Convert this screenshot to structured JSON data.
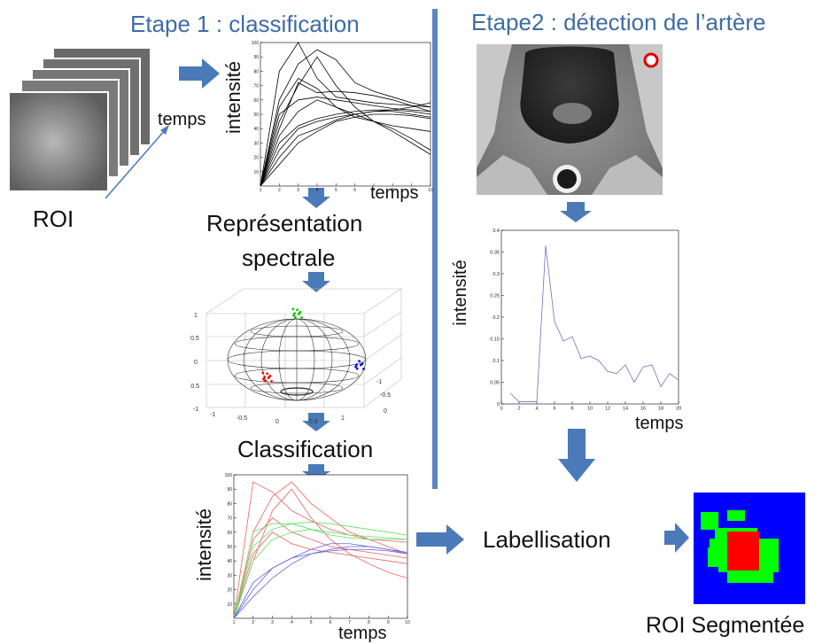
{
  "titles": {
    "step1": "Etape 1 : classification",
    "step2": "Etape2 : détection de l’artère"
  },
  "labels": {
    "roi": "ROI",
    "temps_roi": "temps",
    "intensite_1": "intensité",
    "temps_1": "temps",
    "spectral_line1": "Représentation",
    "spectral_line2": "spectrale",
    "classification": "Classification",
    "intensite_2": "intensité",
    "temps_2": "temps",
    "labellisation": "Labellisation",
    "roi_segmented": "ROI Segmentée",
    "intensite_3": "intensité",
    "temps_3": "temps"
  },
  "colors": {
    "title": "#3e6ca4",
    "arrow": "#4a7ab8",
    "divider": "#5b86c0",
    "seg_blue": "#0000ff",
    "seg_green": "#00ff00",
    "seg_red": "#ff0000"
  },
  "chart_data": [
    {
      "type": "line",
      "x": [
        1,
        2,
        3,
        4,
        5,
        6,
        7,
        8,
        9,
        10
      ],
      "xlim": [
        1,
        10
      ],
      "ylim": [
        0,
        100
      ],
      "yticks": [
        10,
        20,
        30,
        40,
        50,
        60,
        70,
        80,
        90,
        100
      ],
      "xticks": [
        1,
        2,
        3,
        4,
        5,
        6,
        7,
        8,
        9,
        10
      ],
      "series": [
        {
          "values": [
            0,
            80,
            100,
            75,
            62,
            60,
            58,
            57,
            56,
            55
          ]
        },
        {
          "values": [
            0,
            60,
            85,
            95,
            88,
            72,
            66,
            62,
            58,
            55
          ]
        },
        {
          "values": [
            0,
            40,
            72,
            65,
            66,
            65,
            63,
            60,
            56,
            52
          ]
        },
        {
          "values": [
            0,
            50,
            60,
            62,
            60,
            58,
            56,
            54,
            53,
            52
          ]
        },
        {
          "values": [
            0,
            30,
            42,
            47,
            50,
            52,
            53,
            53,
            52,
            50
          ]
        },
        {
          "values": [
            0,
            20,
            35,
            40,
            46,
            50,
            52,
            52,
            50,
            48
          ]
        },
        {
          "values": [
            0,
            15,
            30,
            38,
            45,
            48,
            50,
            50,
            49,
            47
          ]
        },
        {
          "values": [
            0,
            55,
            75,
            68,
            55,
            50,
            45,
            40,
            33,
            25
          ]
        },
        {
          "values": [
            0,
            45,
            70,
            90,
            70,
            55,
            45,
            38,
            30,
            22
          ]
        },
        {
          "values": [
            0,
            35,
            52,
            60,
            55,
            48,
            45,
            42,
            40,
            38
          ]
        },
        {
          "values": [
            0,
            25,
            40,
            45,
            48,
            50,
            52,
            53,
            55,
            58
          ]
        }
      ]
    },
    {
      "type": "scatter",
      "clusters": [
        {
          "color": "#00cc00",
          "count": 9
        },
        {
          "color": "#0000ff",
          "count": 7
        },
        {
          "color": "#ff0000",
          "count": 9
        }
      ]
    },
    {
      "type": "line",
      "x": [
        1,
        2,
        3,
        4,
        5,
        6,
        7,
        8,
        9,
        10
      ],
      "xlim": [
        1,
        10
      ],
      "ylim": [
        0,
        100
      ],
      "yticks": [
        10,
        20,
        30,
        40,
        50,
        60,
        70,
        80,
        90,
        100
      ],
      "xticks": [
        1,
        2,
        3,
        4,
        5,
        6,
        7,
        8,
        9,
        10
      ],
      "series": [
        {
          "color": "#f06060",
          "values": [
            0,
            95,
            88,
            75,
            68,
            62,
            58,
            55,
            54,
            53
          ]
        },
        {
          "color": "#f06060",
          "values": [
            0,
            60,
            85,
            95,
            80,
            70,
            60,
            55,
            50,
            45
          ]
        },
        {
          "color": "#f06060",
          "values": [
            0,
            40,
            75,
            90,
            70,
            55,
            45,
            38,
            32,
            28
          ]
        },
        {
          "color": "#f06060",
          "values": [
            0,
            55,
            70,
            60,
            55,
            50,
            48,
            46,
            44,
            42
          ]
        },
        {
          "color": "#f06060",
          "values": [
            0,
            45,
            60,
            52,
            48,
            46,
            44,
            42,
            40,
            38
          ]
        },
        {
          "color": "#60e060",
          "values": [
            0,
            50,
            62,
            66,
            67,
            66,
            64,
            62,
            60,
            58
          ]
        },
        {
          "color": "#60e060",
          "values": [
            0,
            40,
            55,
            60,
            62,
            60,
            58,
            57,
            56,
            55
          ]
        },
        {
          "color": "#60e060",
          "values": [
            0,
            60,
            66,
            66,
            62,
            58,
            56,
            55,
            55,
            55
          ]
        },
        {
          "color": "#6060e0",
          "values": [
            0,
            20,
            35,
            42,
            48,
            52,
            52,
            50,
            48,
            46
          ]
        },
        {
          "color": "#6060e0",
          "values": [
            0,
            15,
            28,
            38,
            45,
            48,
            50,
            50,
            48,
            45
          ]
        },
        {
          "color": "#6060e0",
          "values": [
            0,
            25,
            35,
            42,
            45,
            47,
            48,
            48,
            47,
            45
          ]
        }
      ]
    },
    {
      "type": "line",
      "x": [
        1,
        2,
        3,
        4,
        5,
        6,
        7,
        8,
        9,
        10,
        11,
        12,
        13,
        14,
        15,
        16,
        17,
        18,
        19,
        20
      ],
      "xlim": [
        0,
        20
      ],
      "ylim": [
        0,
        0.4
      ],
      "yticks": [
        0,
        0.05,
        0.1,
        0.15,
        0.2,
        0.25,
        0.3,
        0.35,
        0.4
      ],
      "xticks": [
        0,
        2,
        4,
        6,
        8,
        10,
        12,
        14,
        16,
        18,
        20
      ],
      "series": [
        {
          "color": "#7070c8",
          "values": [
            0.025,
            0.005,
            0.005,
            0.005,
            0.365,
            0.19,
            0.145,
            0.155,
            0.105,
            0.11,
            0.1,
            0.075,
            0.07,
            0.09,
            0.05,
            0.085,
            0.09,
            0.04,
            0.07,
            0.055
          ]
        }
      ]
    }
  ]
}
